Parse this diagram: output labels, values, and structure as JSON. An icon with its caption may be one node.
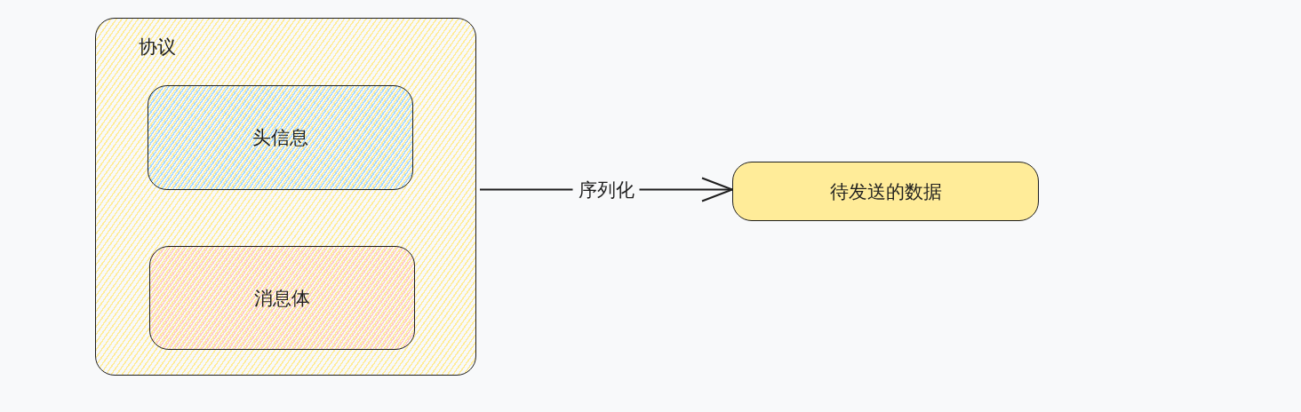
{
  "diagram": {
    "nodes": [
      {
        "text": [
          "协议"
        ]
      },
      {
        "text": [
          "头信息"
        ],
        "in": 0
      },
      {
        "text": [
          "消息体"
        ],
        "in": 0
      },
      {
        "text": [
          "待发送的数据"
        ]
      }
    ],
    "edges": [
      {
        "from": 0,
        "to": 3,
        "arrow": "to",
        "label": "序列化"
      }
    ]
  }
}
